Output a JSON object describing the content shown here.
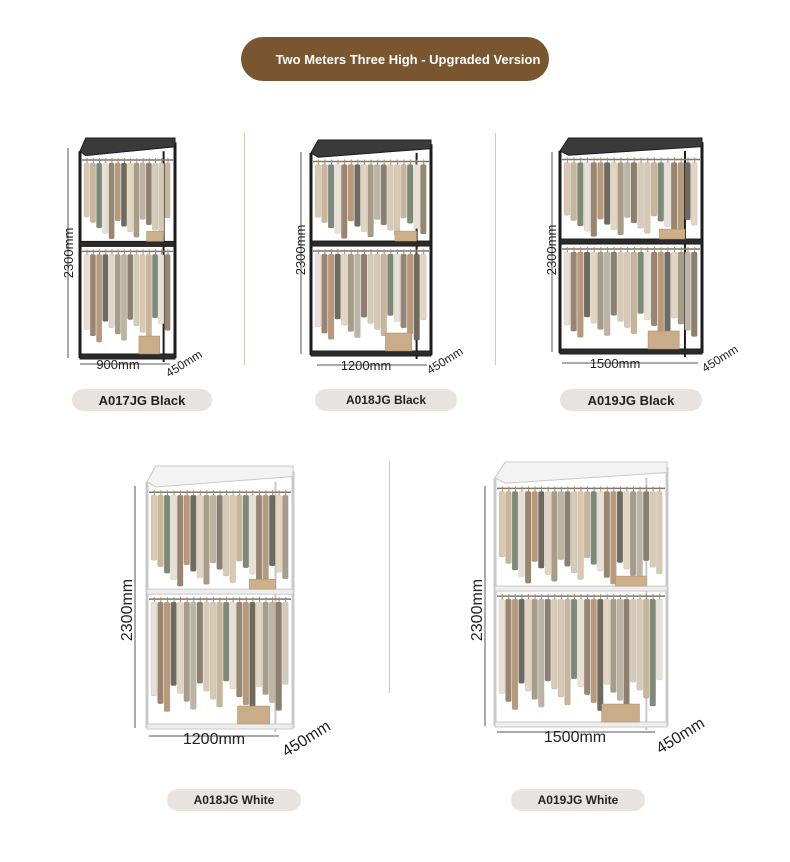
{
  "banner": {
    "title": "Two Meters Three High - Upgraded Version"
  },
  "products": [
    {
      "model": "A017JG Black",
      "height": "2300mm",
      "width": "900mm",
      "depth": "450mm",
      "finish": "black"
    },
    {
      "model": "A018JG Black",
      "height": "2300mm",
      "width": "1200mm",
      "depth": "450mm",
      "finish": "black"
    },
    {
      "model": "A019JG Black",
      "height": "2300mm",
      "width": "1500mm",
      "depth": "450mm",
      "finish": "black"
    },
    {
      "model": "A018JG White",
      "height": "2300mm",
      "width": "1200mm",
      "depth": "450mm",
      "finish": "white"
    },
    {
      "model": "A019JG White",
      "height": "2300mm",
      "width": "1500mm",
      "depth": "450mm",
      "finish": "white"
    }
  ],
  "colors": {
    "banner": "#7a5630",
    "pill": "#e8e3df",
    "frame_black": "#1c1c1c",
    "frame_white": "#e6e6e6"
  }
}
